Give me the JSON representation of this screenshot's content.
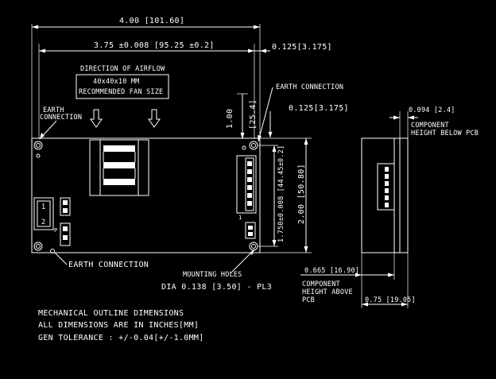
{
  "dims": {
    "overall_width": "4.00 [101.60]",
    "hole_spacing": "3.75 ±0.008 [95.25 ±0.2]",
    "hole_offset_right": "0.125[3.175]",
    "hole_offset_top": "0.125[3.175]",
    "fan_top": "1.00",
    "fan_top_mm": "[25.4]",
    "height": "2.00 [50.80]",
    "hole_height": "1.750±0.008 [44.45±0.2]",
    "below_pcb": "0.094 [2.4]",
    "above_pcb": "0.665 [16.90]",
    "total_thickness": "0.75 [19.05]"
  },
  "labels": {
    "airflow_title": "DIRECTION OF AIRFLOW",
    "fan_size": "40x40x10 MM",
    "fan_rec": "RECOMMENDED FAN SIZE",
    "earth_conn_top": "EARTH CONNECTION",
    "earth_conn_left_1": "EARTH",
    "earth_conn_left_2": "CONNECTION",
    "earth_conn_bottom": "EARTH CONNECTION",
    "mounting_holes_1": "MOUNTING HOLES",
    "mounting_holes_2": "DIA 0.138 [3.50] - PL3",
    "comp_below_1": "COMPONENT",
    "comp_below_2": "HEIGHT BELOW PCB",
    "comp_above_1": "COMPONENT",
    "comp_above_2": "HEIGHT ABOVE",
    "comp_above_3": "PCB"
  },
  "notes": {
    "line1": "MECHANICAL OUTLINE DIMENSIONS",
    "line2": "ALL DIMENSIONS ARE IN INCHES[MM]",
    "line3": "GEN TOLERANCE : +/-0.04[+/-1.0MM]"
  },
  "connector_labels": {
    "p1": "1",
    "p2": "2",
    "pin1": "1"
  }
}
